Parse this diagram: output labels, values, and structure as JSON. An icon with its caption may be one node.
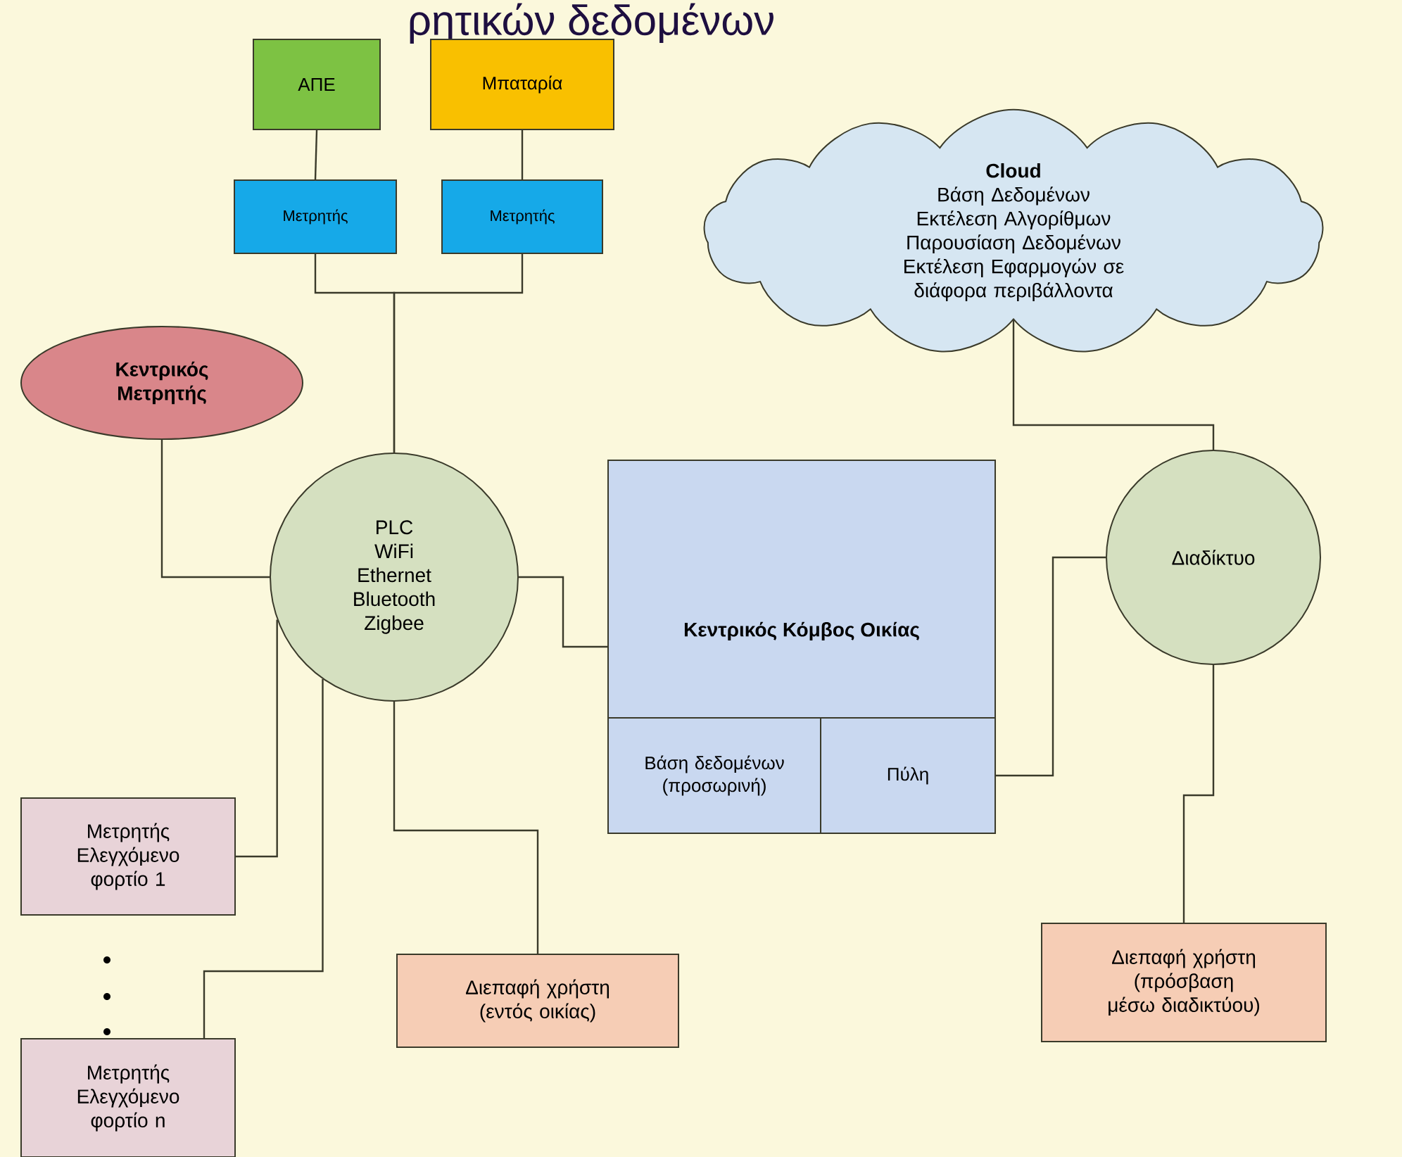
{
  "diagram": {
    "title": "ρητικών δεδομένων",
    "nodes": [
      {
        "text": [
          "ΑΠΕ"
        ]
      },
      {
        "text": [
          "Μπαταρία"
        ]
      },
      {
        "text": [
          "Μετρητής"
        ]
      },
      {
        "text": [
          "Μετρητής"
        ]
      },
      {
        "text": [
          "Κεντρικός Μετρητής"
        ]
      },
      {
        "text": [
          "PLC",
          "WiFi",
          "Ethernet",
          "Bluetooth",
          "Zigbee"
        ]
      },
      {
        "text": [
          "Κεντρικός Κόμβος Οικίας"
        ]
      },
      {
        "text": [
          "Βάση δεδομένων (προσωρινή)"
        ],
        "in": 6
      },
      {
        "text": [
          "Πύλη"
        ],
        "in": 6
      },
      {
        "text": [
          "Cloud",
          "Βάση Δεδομένων",
          "Εκτέλεση Αλγορίθμων",
          "Παρουσίαση Δεδομένων",
          "Εκτέλεση Εφαρμογών σε διάφορα περιβάλλοντα"
        ]
      },
      {
        "text": [
          "Διαδίκτυο"
        ]
      },
      {
        "text": [
          "Μετρητής Ελεγχόμενο φορτίο 1"
        ]
      },
      {
        "text": [
          "Μετρητής Ελεγχόμενο φορτίο n"
        ]
      },
      {
        "text": [
          "Διεπαφή χρήστη (εντός οικίας)"
        ]
      },
      {
        "text": [
          "Διεπαφή χρήστη (πρόσβαση μέσω διαδικτύου)"
        ]
      }
    ],
    "edges": [
      {
        "from": 0,
        "to": 2,
        "arrow": "none"
      },
      {
        "from": 1,
        "to": 3,
        "arrow": "none"
      },
      {
        "from": 2,
        "to": 5,
        "arrow": "none"
      },
      {
        "from": 3,
        "to": 5,
        "arrow": "none"
      },
      {
        "from": 4,
        "to": 5,
        "arrow": "none"
      },
      {
        "from": 5,
        "to": 6,
        "arrow": "none"
      },
      {
        "from": 5,
        "to": 11,
        "arrow": "none"
      },
      {
        "from": 5,
        "to": 12,
        "arrow": "none"
      },
      {
        "from": 5,
        "to": 13,
        "arrow": "none"
      },
      {
        "from": 8,
        "to": 10,
        "arrow": "none"
      },
      {
        "from": 9,
        "to": 10,
        "arrow": "none"
      },
      {
        "from": 10,
        "to": 14,
        "arrow": "none"
      }
    ]
  }
}
